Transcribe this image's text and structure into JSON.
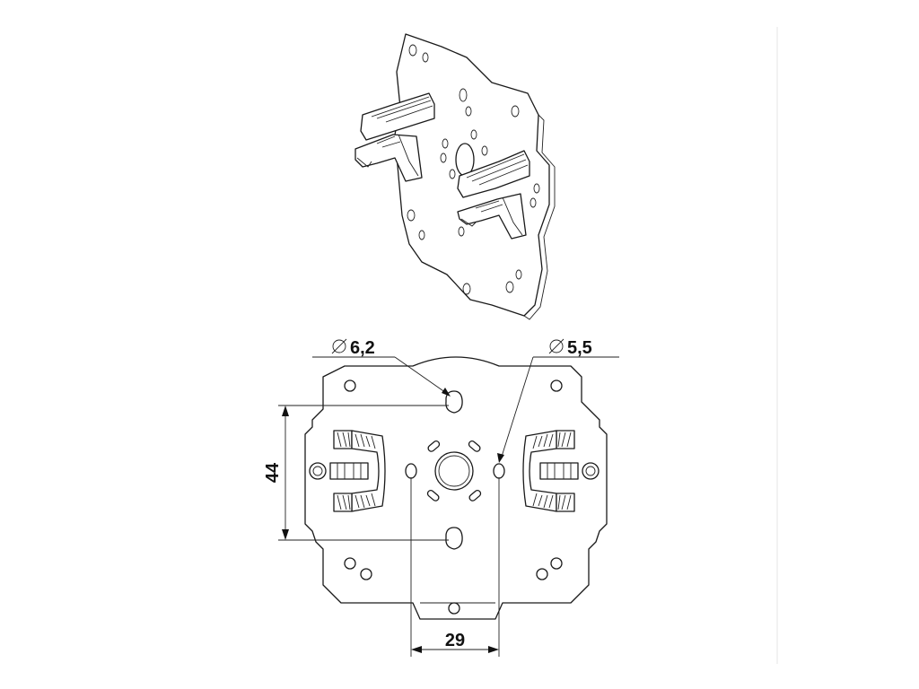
{
  "drawing": {
    "dimensions": {
      "hole_diameter_upper": "6,2",
      "hole_diameter_right": "5,5",
      "vertical_spacing": "44",
      "horizontal_spacing": "29"
    },
    "symbols": {
      "diameter": "diameter-symbol"
    },
    "colors": {
      "line": "#1a1a1a",
      "background": "#ffffff"
    }
  }
}
